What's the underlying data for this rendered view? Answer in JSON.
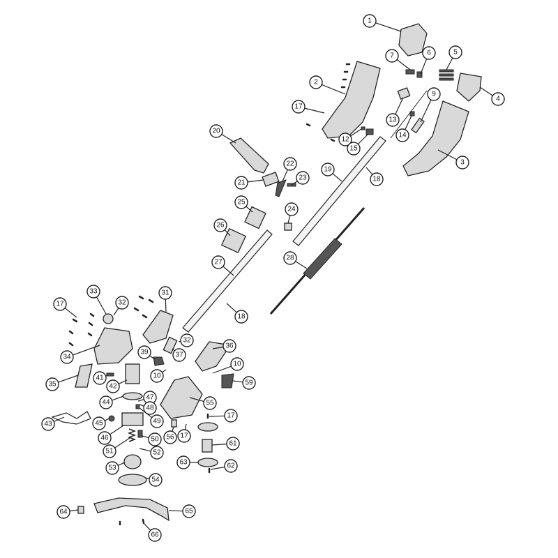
{
  "diagram": {
    "type": "exploded parts diagram",
    "callouts": [
      "1",
      "7",
      "6",
      "5",
      "4",
      "2",
      "17",
      "9",
      "13",
      "14",
      "12",
      "15",
      "3",
      "19",
      "18",
      "20",
      "21",
      "22",
      "23",
      "24",
      "25",
      "26",
      "27",
      "28",
      "31",
      "33",
      "32",
      "17",
      "18",
      "34",
      "32",
      "36",
      "37",
      "39",
      "10",
      "10",
      "35",
      "41",
      "42",
      "59",
      "44",
      "47",
      "48",
      "55",
      "43",
      "45",
      "49",
      "17",
      "46",
      "56",
      "17",
      "50",
      "51",
      "52",
      "61",
      "63",
      "62",
      "53",
      "54",
      "64",
      "65",
      "66"
    ]
  }
}
